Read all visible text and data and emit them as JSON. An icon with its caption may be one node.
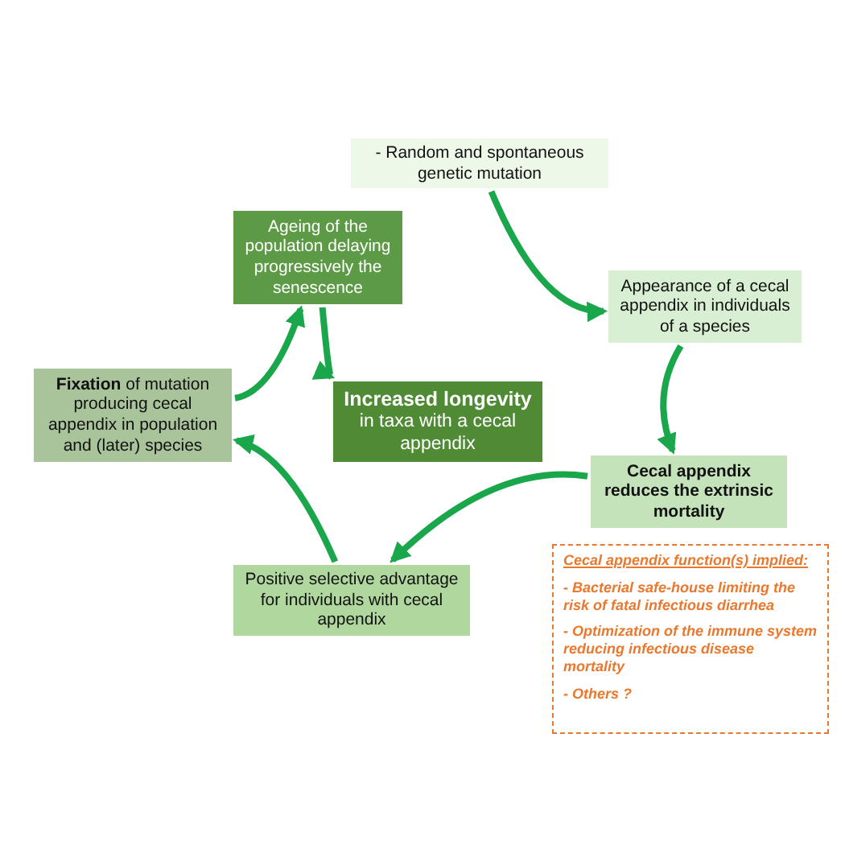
{
  "diagram": {
    "nodes": [
      {
        "text": [
          "- Random and spontaneous genetic mutation"
        ]
      },
      {
        "text": [
          "Appearance of a cecal appendix in individuals of a species"
        ]
      },
      {
        "text": [
          "Cecal appendix reduces the extrinsic mortality"
        ]
      },
      {
        "text": [
          "Positive selective advantage for individuals with cecal appendix"
        ]
      },
      {
        "text": [
          "**Fixation** of mutation producing cecal appendix in population and (later) species"
        ]
      },
      {
        "text": [
          "Ageing of the population delaying progressively the senescence"
        ]
      },
      {
        "text": [
          "Increased longevity",
          "in taxa with a cecal appendix"
        ]
      },
      {
        "text": [
          "Cecal appendix function(s) implied:",
          "- Bacterial safe-house  limiting the risk of fatal infectious diarrhea",
          "- Optimization of the immune system reducing infectious disease mortality",
          "- Others ?"
        ]
      }
    ],
    "edges": [
      {
        "from": 0,
        "to": 1,
        "arrow": "to"
      },
      {
        "from": 1,
        "to": 2,
        "arrow": "to"
      },
      {
        "from": 2,
        "to": 3,
        "arrow": "to"
      },
      {
        "from": 3,
        "to": 4,
        "arrow": "to"
      },
      {
        "from": 4,
        "to": 5,
        "arrow": "to"
      },
      {
        "from": 5,
        "to": 6,
        "arrow": "to"
      }
    ]
  }
}
